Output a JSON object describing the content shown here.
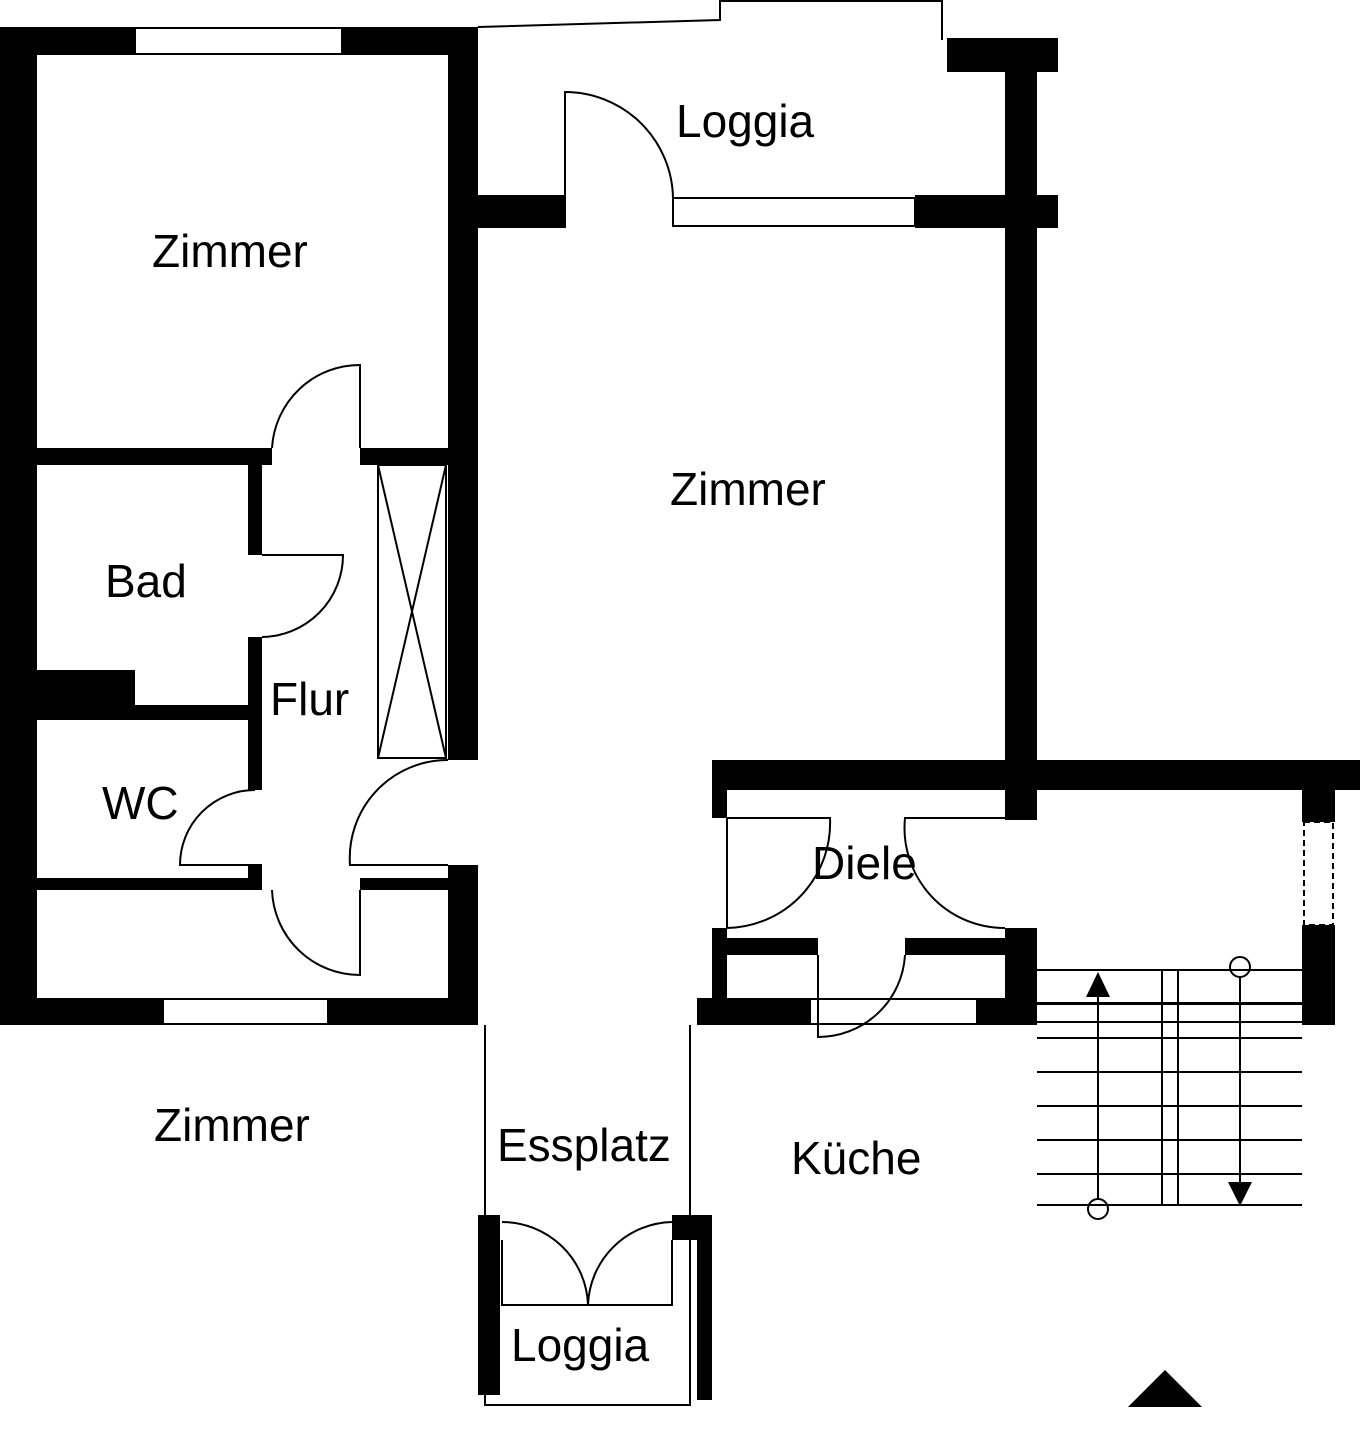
{
  "rooms": {
    "zimmer_top_left": "Zimmer",
    "zimmer_center": "Zimmer",
    "zimmer_bottom_left": "Zimmer",
    "loggia_top": "Loggia",
    "loggia_bottom": "Loggia",
    "bad": "Bad",
    "wc": "WC",
    "flur": "Flur",
    "diele": "Diele",
    "essplatz": "Essplatz",
    "kueche": "Küche"
  },
  "colors": {
    "wall": "#000000",
    "background": "#ffffff"
  }
}
